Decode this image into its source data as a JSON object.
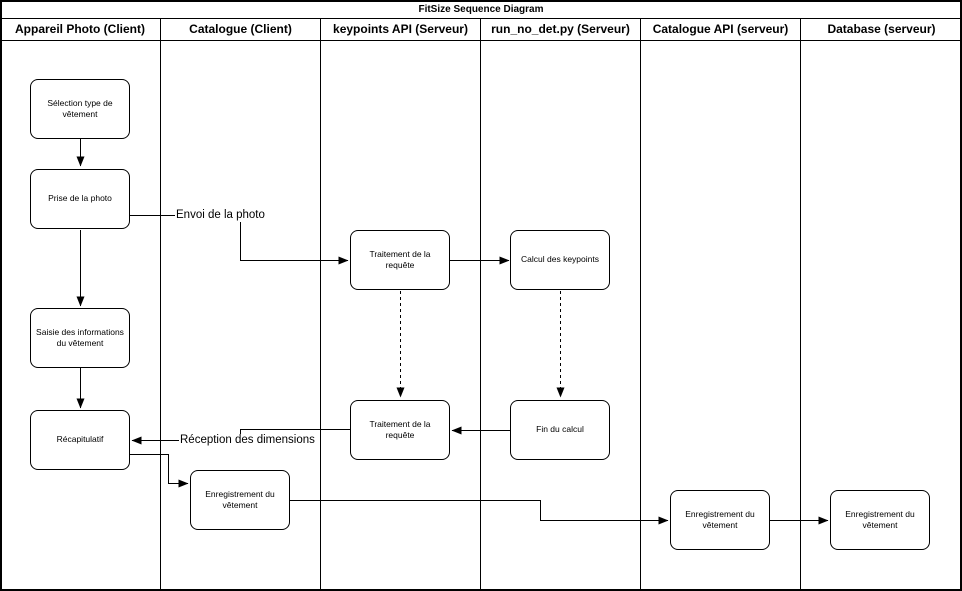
{
  "title": "FitSize Sequence Diagram",
  "lanes": [
    {
      "label": "Appareil Photo (Client)"
    },
    {
      "label": "Catalogue (Client)"
    },
    {
      "label": "keypoints API (Serveur)"
    },
    {
      "label": "run_no_det.py (Serveur)"
    },
    {
      "label": "Catalogue API (serveur)"
    },
    {
      "label": "Database (serveur)"
    }
  ],
  "nodes": [
    {
      "id": "selection-type",
      "lane": "Appareil Photo (Client)",
      "label": "Sélection type de vêtement"
    },
    {
      "id": "prise-photo",
      "lane": "Appareil Photo (Client)",
      "label": "Prise de la photo"
    },
    {
      "id": "saisie-informations",
      "lane": "Appareil Photo (Client)",
      "label": "Saisie des informations du vêtement"
    },
    {
      "id": "recapitulatif",
      "lane": "Appareil Photo (Client)",
      "label": "Récapitulatif"
    },
    {
      "id": "enregistrement-catalogue",
      "lane": "Catalogue (Client)",
      "label": "Enregistrement du vêtement"
    },
    {
      "id": "traitement-requete-aller",
      "lane": "keypoints API (Serveur)",
      "label": "Traitement de la requête"
    },
    {
      "id": "traitement-requete-retour",
      "lane": "keypoints API (Serveur)",
      "label": "Traitement de la requête"
    },
    {
      "id": "calcul-keypoints",
      "lane": "run_no_det.py (Serveur)",
      "label": "Calcul des keypoints"
    },
    {
      "id": "fin-calcul",
      "lane": "run_no_det.py (Serveur)",
      "label": "Fin du calcul"
    },
    {
      "id": "enregistrement-catalogue-api",
      "lane": "Catalogue API (serveur)",
      "label": "Enregistrement du vêtement"
    },
    {
      "id": "enregistrement-database",
      "lane": "Database (serveur)",
      "label": "Enregistrement du vêtement"
    }
  ],
  "messages": [
    {
      "label": "Envoi de la photo"
    },
    {
      "label": "Réception des dimensions"
    }
  ],
  "edges": [
    {
      "from": "selection-type",
      "to": "prise-photo",
      "style": "solid"
    },
    {
      "from": "prise-photo",
      "to": "saisie-informations",
      "style": "solid"
    },
    {
      "from": "saisie-informations",
      "to": "recapitulatif",
      "style": "solid"
    },
    {
      "from": "prise-photo",
      "to": "traitement-requete-aller",
      "style": "solid",
      "label": "Envoi de la photo"
    },
    {
      "from": "traitement-requete-aller",
      "to": "calcul-keypoints",
      "style": "solid"
    },
    {
      "from": "traitement-requete-aller",
      "to": "traitement-requete-retour",
      "style": "dashed"
    },
    {
      "from": "calcul-keypoints",
      "to": "fin-calcul",
      "style": "dashed"
    },
    {
      "from": "fin-calcul",
      "to": "traitement-requete-retour",
      "style": "solid"
    },
    {
      "from": "traitement-requete-retour",
      "to": "recapitulatif",
      "style": "solid",
      "label": "Réception des dimensions"
    },
    {
      "from": "recapitulatif",
      "to": "enregistrement-catalogue",
      "style": "solid"
    },
    {
      "from": "enregistrement-catalogue",
      "to": "enregistrement-catalogue-api",
      "style": "solid"
    },
    {
      "from": "enregistrement-catalogue-api",
      "to": "enregistrement-database",
      "style": "solid"
    }
  ],
  "colors": {
    "stroke": "#000000",
    "background": "#ffffff"
  }
}
